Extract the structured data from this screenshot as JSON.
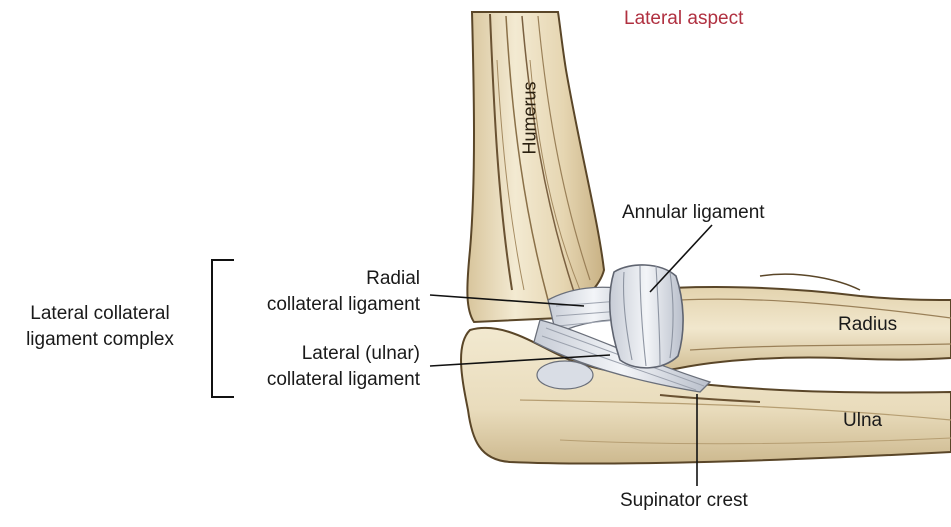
{
  "title": "Lateral aspect",
  "labels": {
    "humerus": "Humerus",
    "annular": "Annular ligament",
    "radial_line1": "Radial",
    "radial_line2": "collateral ligament",
    "lateral_ulnar_line1": "Lateral (ulnar)",
    "lateral_ulnar_line2": "collateral ligament",
    "complex_line1": "Lateral collateral",
    "complex_line2": "ligament complex",
    "radius": "Radius",
    "ulna": "Ulna",
    "supinator": "Supinator crest"
  },
  "colors": {
    "bone": "#eee3c6",
    "bone_shadow": "#c9b58e",
    "bone_outline": "#5a4628",
    "ligament": "#dfe3ea",
    "title": "#b03040"
  }
}
